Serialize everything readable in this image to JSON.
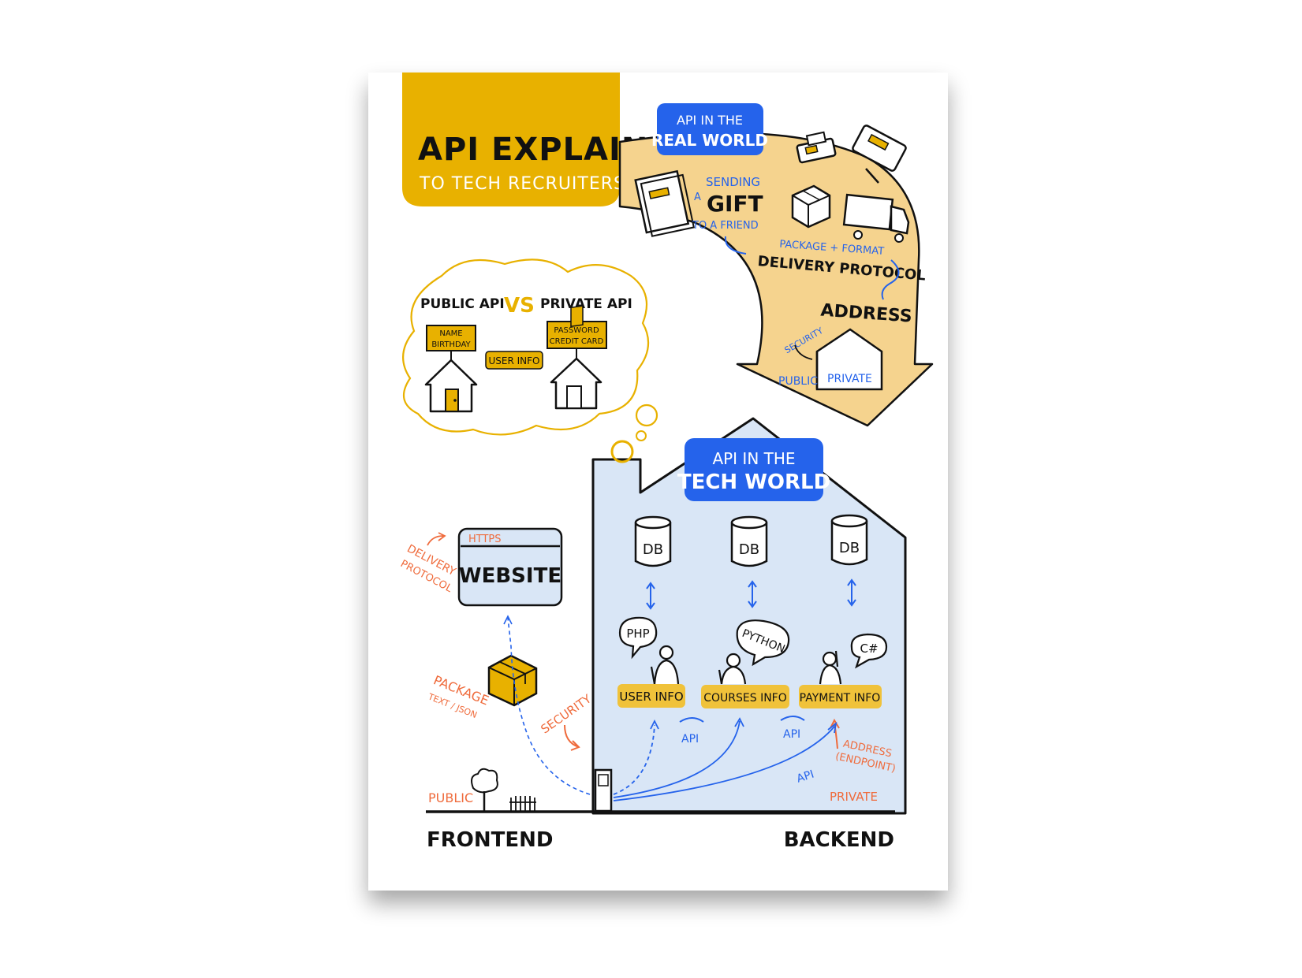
{
  "title": {
    "main": "API EXPLAINED",
    "sub": "TO TECH RECRUITERS"
  },
  "real_world": {
    "badge_line1": "API IN THE",
    "badge_line2": "REAL WORLD",
    "sending": "SENDING",
    "a": "A",
    "gift": "GIFT",
    "to_a_friend": "TO A FRIEND",
    "package_format": "PACKAGE + FORMAT",
    "delivery_protocol": "DELIVERY PROTOCOL",
    "address": "ADDRESS",
    "security": "SECURITY",
    "public": "PUBLIC",
    "private": "PRIVATE"
  },
  "public_vs_private": {
    "public_api": "PUBLIC API",
    "vs": "VS",
    "private_api": "PRIVATE API",
    "public_tag_line1": "NAME",
    "public_tag_line2": "BIRTHDAY",
    "user_info": "USER INFO",
    "private_tag_line1": "PASSWORD",
    "private_tag_line2": "CREDIT CARD"
  },
  "tech_world": {
    "badge_line1": "API IN THE",
    "badge_line2": "TECH WORLD",
    "db_labels": [
      "DB",
      "DB",
      "DB"
    ],
    "languages": [
      "PHP",
      "PYTHON",
      "C#"
    ],
    "services": [
      "USER INFO",
      "COURSES INFO",
      "PAYMENT INFO"
    ],
    "api_labels": [
      "API",
      "API",
      "API"
    ],
    "address_line1": "ADDRESS",
    "address_line2": "(ENDPOINT)",
    "private": "PRIVATE"
  },
  "frontend": {
    "https": "HTTPS",
    "website": "WEBSITE",
    "delivery_line1": "DELIVERY",
    "delivery_line2": "PROTOCOL",
    "package_line1": "PACKAGE",
    "package_line2": "TEXT / JSON",
    "security": "SECURITY",
    "public": "PUBLIC"
  },
  "footer": {
    "frontend": "FRONTEND",
    "backend": "BACKEND"
  },
  "colors": {
    "gold": "#e8b100",
    "sand": "#f5d38e",
    "blue": "#2563eb",
    "light_blue": "#d9e6f6",
    "orange": "#ef6b3c",
    "ink": "#111111"
  }
}
